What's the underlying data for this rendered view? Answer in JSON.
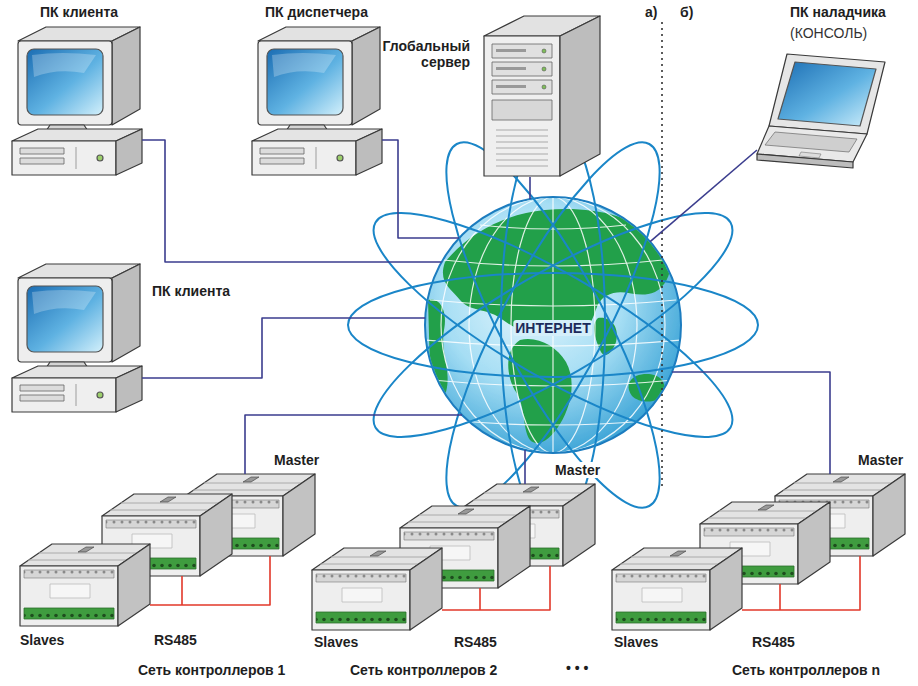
{
  "diagram": {
    "nodes": [
      {
        "text": [
          "ПК клиента"
        ]
      },
      {
        "text": [
          "ПК диспетчера"
        ]
      },
      {
        "text": [
          "Глобальный сервер"
        ]
      },
      {
        "text": [
          "ПК наладчика",
          "(КОНСОЛЬ)"
        ]
      },
      {
        "text": [
          "ПК клиента"
        ]
      },
      {
        "text": [
          "ИНТЕРНЕТ"
        ]
      },
      {
        "text": [
          "Master"
        ]
      },
      {
        "text": [
          "Master"
        ]
      },
      {
        "text": [
          "Master"
        ]
      },
      {
        "text": [
          "Slaves"
        ]
      },
      {
        "text": [
          "Slaves"
        ]
      },
      {
        "text": [
          "Slaves"
        ]
      }
    ],
    "edges": [
      {
        "from": 0,
        "to": 5,
        "arrow": "none"
      },
      {
        "from": 1,
        "to": 5,
        "arrow": "none"
      },
      {
        "from": 2,
        "to": 5,
        "arrow": "none"
      },
      {
        "from": 3,
        "to": 5,
        "arrow": "none"
      },
      {
        "from": 4,
        "to": 5,
        "arrow": "none"
      },
      {
        "from": 6,
        "to": 5,
        "arrow": "none"
      },
      {
        "from": 7,
        "to": 5,
        "arrow": "none"
      },
      {
        "from": 8,
        "to": 5,
        "arrow": "none"
      },
      {
        "from": 6,
        "to": 9,
        "label": "RS485",
        "arrow": "none"
      },
      {
        "from": 7,
        "to": 10,
        "label": "RS485",
        "arrow": "none"
      },
      {
        "from": 8,
        "to": 11,
        "label": "RS485",
        "arrow": "none"
      }
    ],
    "labels": [
      "а)",
      "б)",
      "Сеть контроллеров 1",
      "Сеть контроллеров 2",
      "• • •",
      "Сеть контроллеров n"
    ]
  }
}
